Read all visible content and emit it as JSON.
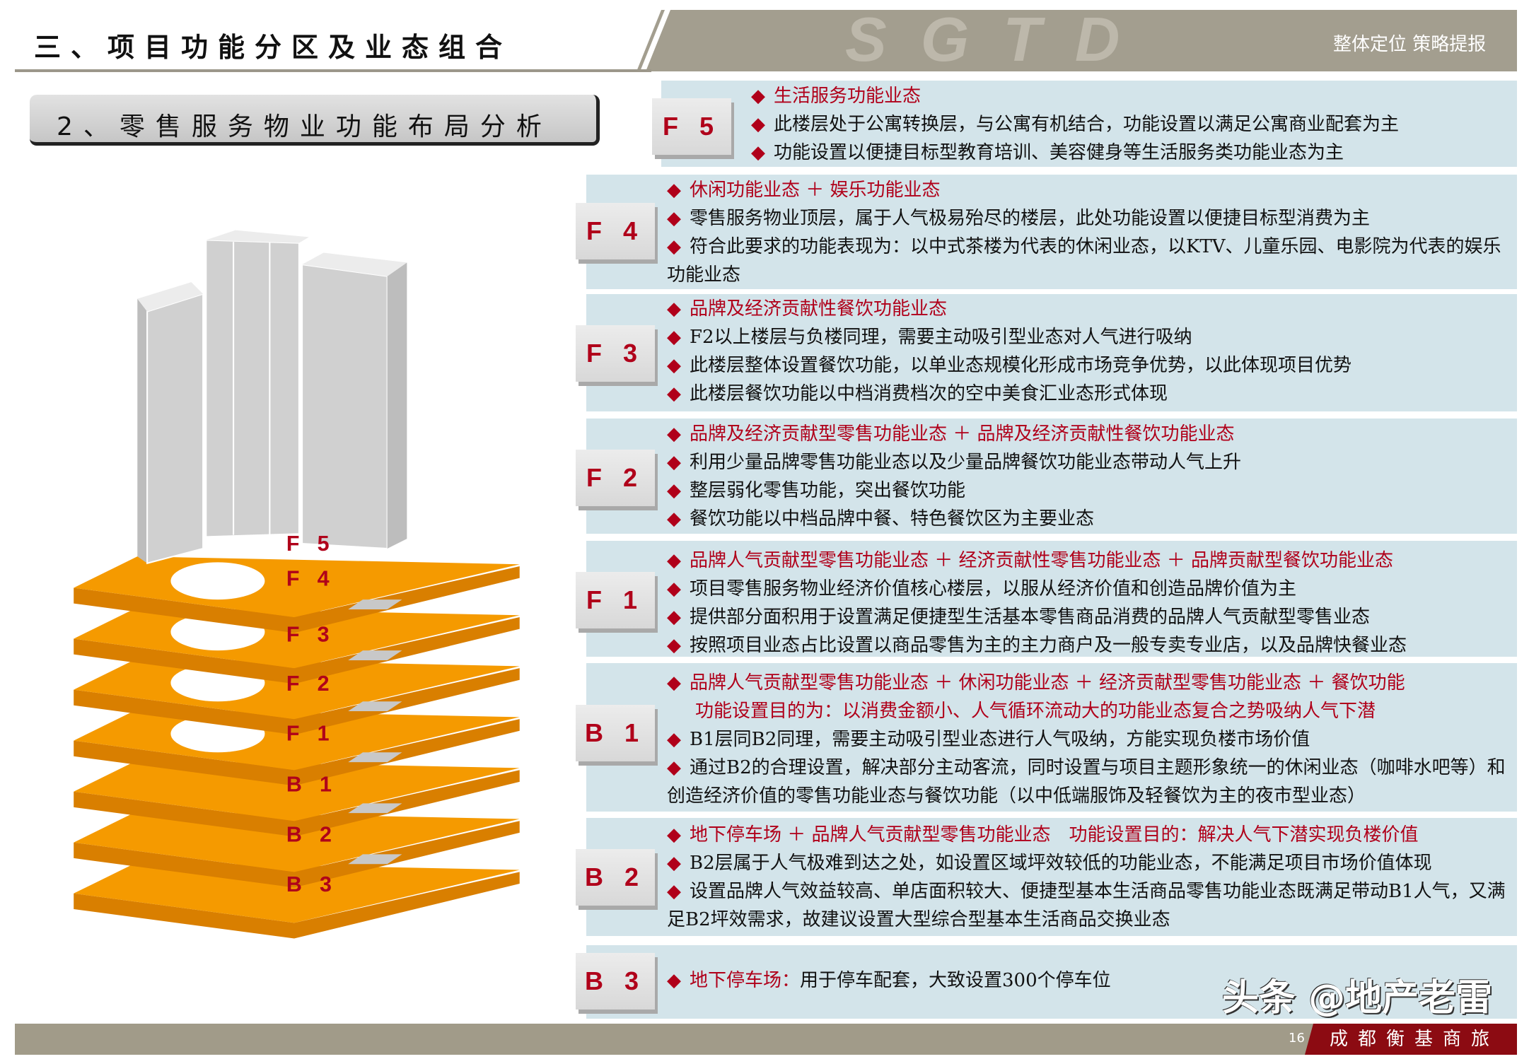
{
  "header": {
    "title": "三、项目功能分区及业态组合",
    "watermark": "SGTD",
    "right_label": "整体定位 策略提报"
  },
  "subtitle": "2、零售服务物业功能布局分析",
  "floors": [
    {
      "label": "F 5",
      "lines": [
        {
          "text": "生活服务功能业态",
          "red": true,
          "bullet": true
        },
        {
          "text": "此楼层处于公寓转换层，与公寓有机结合，功能设置以满足公寓商业配套为主",
          "red": false,
          "bullet": true
        },
        {
          "text": "功能设置以便捷目标型教育培训、美容健身等生活服务类功能业态为主",
          "red": false,
          "bullet": true
        }
      ]
    },
    {
      "label": "F 4",
      "lines": [
        {
          "text": "休闲功能业态 ＋ 娱乐功能业态",
          "red": true,
          "bullet": true
        },
        {
          "text": "零售服务物业顶层，属于人气极易殆尽的楼层，此处功能设置以便捷目标型消费为主",
          "red": false,
          "bullet": true
        },
        {
          "text": "符合此要求的功能表现为：以中式茶楼为代表的休闲业态，以KTV、儿童乐园、电影院为代表的娱乐功能业态",
          "red": false,
          "bullet": true
        }
      ]
    },
    {
      "label": "F 3",
      "lines": [
        {
          "text": "品牌及经济贡献性餐饮功能业态",
          "red": true,
          "bullet": true
        },
        {
          "text": "F2以上楼层与负楼同理，需要主动吸引型业态对人气进行吸纳",
          "red": false,
          "bullet": true
        },
        {
          "text": "此楼层整体设置餐饮功能，以单业态规模化形成市场竞争优势，以此体现项目优势",
          "red": false,
          "bullet": true
        },
        {
          "text": "此楼层餐饮功能以中档消费档次的空中美食汇业态形式体现",
          "red": false,
          "bullet": true
        }
      ]
    },
    {
      "label": "F 2",
      "lines": [
        {
          "text": "品牌及经济贡献型零售功能业态 ＋ 品牌及经济贡献性餐饮功能业态",
          "red": true,
          "bullet": true
        },
        {
          "text": "利用少量品牌零售功能业态以及少量品牌餐饮功能业态带动人气上升",
          "red": false,
          "bullet": true
        },
        {
          "text": "整层弱化零售功能，突出餐饮功能",
          "red": false,
          "bullet": true
        },
        {
          "text": "餐饮功能以中档品牌中餐、特色餐饮区为主要业态",
          "red": false,
          "bullet": true
        }
      ]
    },
    {
      "label": "F 1",
      "lines": [
        {
          "text": "品牌人气贡献型零售功能业态 ＋ 经济贡献性零售功能业态 ＋ 品牌贡献型餐饮功能业态",
          "red": true,
          "bullet": true
        },
        {
          "text": "项目零售服务物业经济价值核心楼层，以服从经济价值和创造品牌价值为主",
          "red": false,
          "bullet": true
        },
        {
          "text": "提供部分面积用于设置满足便捷型生活基本零售商品消费的品牌人气贡献型零售业态",
          "red": false,
          "bullet": true
        },
        {
          "text": "按照项目业态占比设置以商品零售为主的主力商户及一般专卖专业店，以及品牌快餐业态",
          "red": false,
          "bullet": true
        }
      ]
    },
    {
      "label": "B 1",
      "lines": [
        {
          "text": "品牌人气贡献型零售功能业态 ＋ 休闲功能业态 ＋ 经济贡献型零售功能业态 ＋ 餐饮功能",
          "red": true,
          "bullet": true
        },
        {
          "text": "功能设置目的为：以消费金额小、人气循环流动大的功能业态复合之势吸纳人气下潜",
          "red": true,
          "bullet": false
        },
        {
          "text": "B1层同B2同理，需要主动吸引型业态进行人气吸纳，方能实现负楼市场价值",
          "red": false,
          "bullet": true
        },
        {
          "text": "通过B2的合理设置，解决部分主动客流，同时设置与项目主题形象统一的休闲业态（咖啡水吧等）和创造经济价值的零售功能业态与餐饮功能（以中低端服饰及轻餐饮为主的夜市型业态）",
          "red": false,
          "bullet": true
        }
      ]
    },
    {
      "label": "B 2",
      "lines": [
        {
          "text": "地下停车场 ＋ 品牌人气贡献型零售功能业态　功能设置目的：解决人气下潜实现负楼价值",
          "red": true,
          "bullet": true
        },
        {
          "text": "B2层属于人气极难到达之处，如设置区域坪效较低的功能业态，不能满足项目市场价值体现",
          "red": false,
          "bullet": true
        },
        {
          "text": "设置品牌人气效益较高、单店面积较大、便捷型基本生活商品零售功能业态既满足带动B1人气，又满足B2坪效需求，故建议设置大型综合型基本生活商品交换业态",
          "red": false,
          "bullet": true
        }
      ]
    },
    {
      "label": "B 3",
      "lines": [
        {
          "text": "地下停车场：",
          "red": true,
          "bullet": true,
          "suffix": "用于停车配套，大致设置300个停车位"
        }
      ]
    }
  ],
  "diagram": {
    "floor_labels": [
      "F 5",
      "F 4",
      "F 3",
      "F 2",
      "F 1",
      "B 1",
      "B 2",
      "B 3"
    ]
  },
  "footer": {
    "page_number": "16",
    "company": "成都衡基商旅",
    "watermark": "头条 @地产老雷"
  },
  "colors": {
    "accent_red": "#b0001a",
    "panel_blue": "#d3e4ea",
    "band_gray": "#a39e8f",
    "slab_orange": "#f59a00"
  }
}
